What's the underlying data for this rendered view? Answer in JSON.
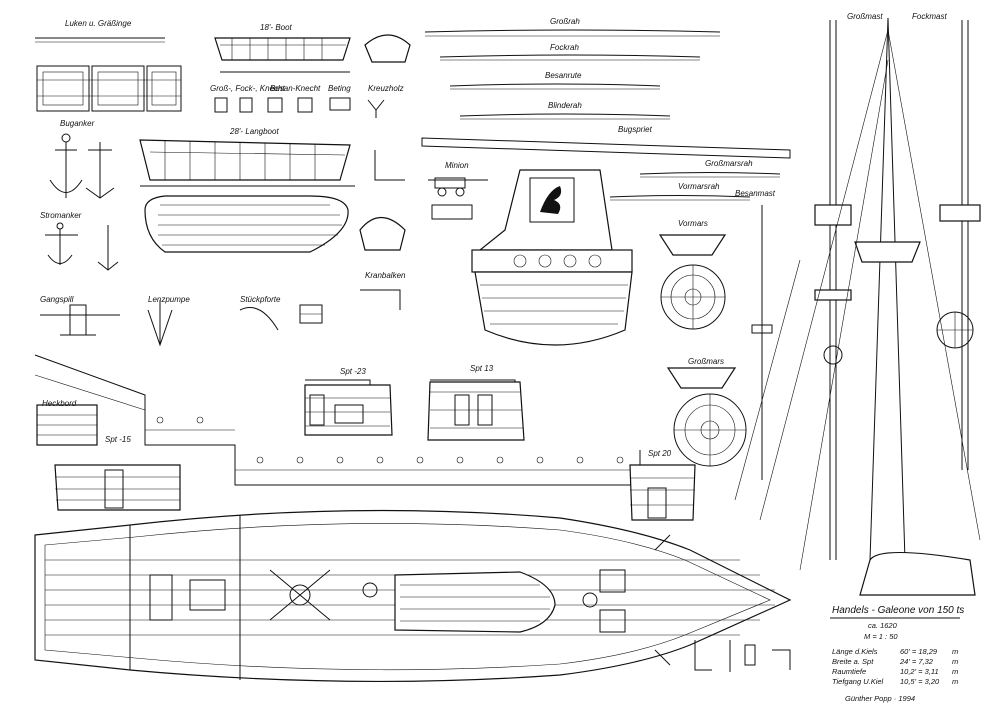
{
  "labels": {
    "hatches": "Luken u. Gräßinge",
    "boat18": "18'- Boot",
    "knights": "Groß-, Fock-, Knecht",
    "mizzen_knight": "Besan-Knecht",
    "beting": "Beting",
    "kreuzholz": "Kreuzholz",
    "longboat28": "28'- Langboot",
    "buganker": "Buganker",
    "stromanker": "Stromanker",
    "gangspill": "Gangspill",
    "lenzpumpe": "Lenzpumpe",
    "stueckpforte": "Stückpforte",
    "kranbalken": "Kranbalken",
    "minion": "Minion",
    "grossrah": "Großrah",
    "fockrah": "Fockrah",
    "besanrute": "Besanrute",
    "blinderah": "Blinderah",
    "bugspriet": "Bugspriet",
    "grossmarsrah": "Großmarsrah",
    "vormarsrah": "Vormarsrah",
    "besanmast": "Besanmast",
    "vormars": "Vormars",
    "grossmars": "Großmars",
    "grossmast": "Großmast",
    "fockmast": "Fockmast",
    "heckbord": "Heckbord",
    "spt15": "Spt -15",
    "spt23": "Spt -23",
    "spt13": "Spt 13",
    "spt20": "Spt 20"
  },
  "title_block": {
    "title": "Handels - Galeone von 150 ts",
    "date": "ca. 1620",
    "scale": "M = 1 : 50",
    "specs": [
      {
        "label": "Länge d.Kiels",
        "imperial": "60' = 18,29",
        "unit": "m"
      },
      {
        "label": "Breite a. Spt",
        "imperial": "24' = 7,32",
        "unit": "m"
      },
      {
        "label": "Raumtiefe",
        "imperial": "10,2' = 3,11",
        "unit": "m"
      },
      {
        "label": "Tiefgang U.Kiel",
        "imperial": "10,5' = 3,20",
        "unit": "m"
      }
    ],
    "author": "Günther Popp · 1994"
  }
}
